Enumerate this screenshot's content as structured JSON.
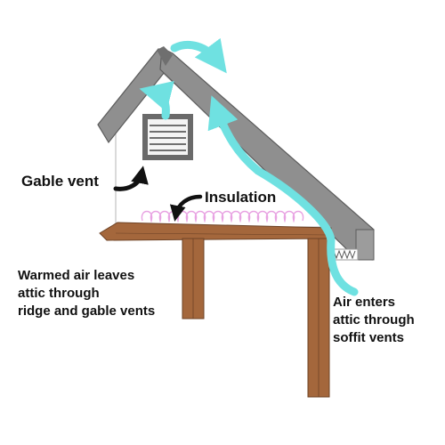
{
  "labels": {
    "gable_vent": "Gable vent",
    "insulation": "Insulation",
    "warmed_air": [
      "Warmed air leaves",
      "attic through",
      "ridge and gable vents"
    ],
    "air_enters": [
      "Air enters",
      "attic through",
      "soffit vents"
    ]
  },
  "colors": {
    "roof": "#8a8a8a",
    "roof_edge": "#5c5c5c",
    "wall": "#ffffff",
    "wood": "#a4673c",
    "wood_dark": "#6e4326",
    "airflow": "#6fe1e1",
    "insulation": "#e8a3e2",
    "vent_frame": "#6a6a6a",
    "vent_fill": "#f4f4f4",
    "pointer_arrow": "#111111"
  },
  "icons": {
    "gable_pointer": "curved-arrow-icon",
    "insulation_pointer": "curved-arrow-icon"
  }
}
